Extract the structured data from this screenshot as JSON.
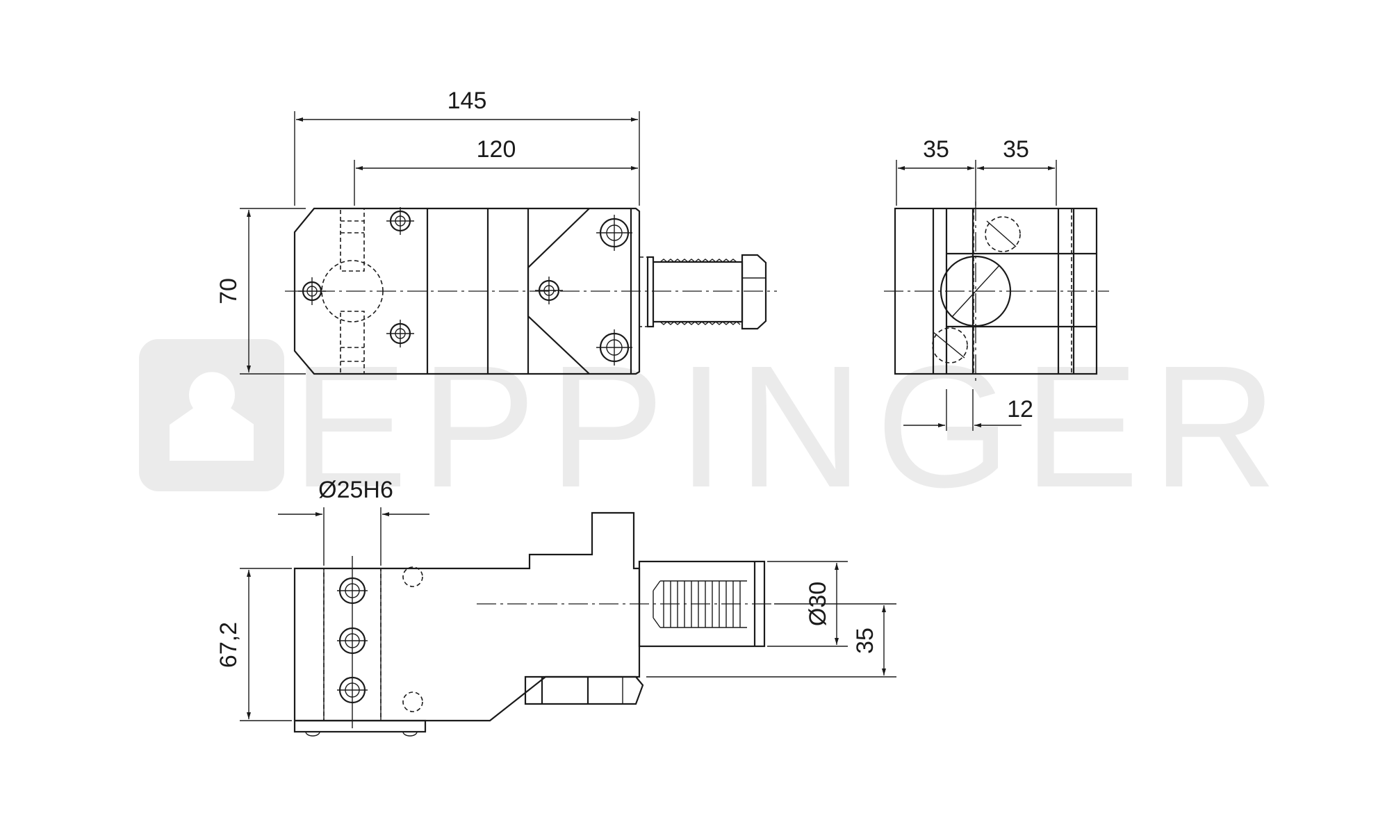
{
  "watermark": {
    "text": "EPPINGER",
    "color": "#ebebeb"
  },
  "dimensions": {
    "overall_length": "145",
    "body_length": "120",
    "height_front": "70",
    "side_half_left": "35",
    "side_half_right": "35",
    "side_offset": "12",
    "bore_diameter": "Ø25H6",
    "bottom_height": "67,2",
    "spindle_diameter": "Ø30",
    "spindle_height": "35"
  },
  "colors": {
    "line": "#1a1a1a",
    "background": "#ffffff"
  }
}
